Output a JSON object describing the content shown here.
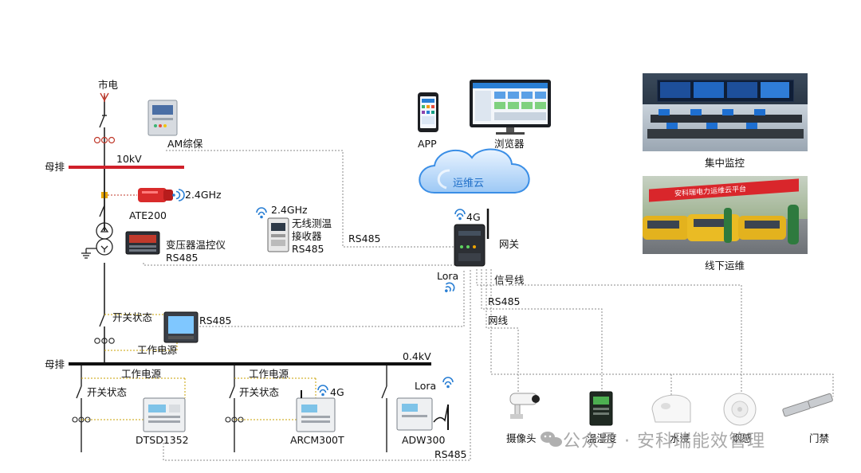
{
  "grid": {
    "city_power": "市电",
    "busbar_left_top": "母排",
    "hv_level": "10kV",
    "busbar_left_bottom": "母排",
    "lv_level": "0.4kV"
  },
  "devices": {
    "am_protection": "AM综保",
    "ate200": "ATE200",
    "ate200_freq": "2.4GHz",
    "transformer_ctrl": "变压器温控仪",
    "transformer_rs485": "RS485",
    "wireless_receiver_freq": "2.4GHz",
    "wireless_receiver_l1": "无线测温",
    "wireless_receiver_l2": "接收器",
    "wireless_receiver_rs485": "RS485",
    "meter_rs485": "RS485",
    "switch_state_main": "开关状态",
    "work_power_main": "工作电源",
    "dtsd_work_power": "工作电源",
    "dtsd_switch_state": "开关状态",
    "dtsd_name": "DTSD1352",
    "arcm_work_power": "工作电源",
    "arcm_switch_state": "开关状态",
    "arcm_net": "4G",
    "arcm_name": "ARCM300T",
    "adw_net": "Lora",
    "adw_name": "ADW300",
    "bottom_rs485": "RS485"
  },
  "cloud": {
    "app_label": "APP",
    "browser_label": "浏览器",
    "cloud_label": "运维云",
    "gateway_net": "4G",
    "gateway_label": "网关",
    "gateway_rs485": "RS485",
    "gateway_lora": "Lora"
  },
  "links": {
    "signal_line": "信号线",
    "rs485_line": "RS485",
    "network_line": "网线"
  },
  "sensors": {
    "camera": "摄像头",
    "temp_humidity": "温湿度",
    "water": "水浸",
    "smoke": "烟感",
    "door": "门禁"
  },
  "photos": {
    "central_monitor": "集中监控",
    "offline_ops": "线下运维",
    "banner_text": "安科瑞电力运维云平台"
  },
  "watermark": "公众号 · 安科瑞能效管理",
  "colors": {
    "busbar": "#d0202a",
    "line": "#222222",
    "dotted": "#777777",
    "cloud": "#3a8ee6",
    "wifi": "#2a7fd4"
  }
}
